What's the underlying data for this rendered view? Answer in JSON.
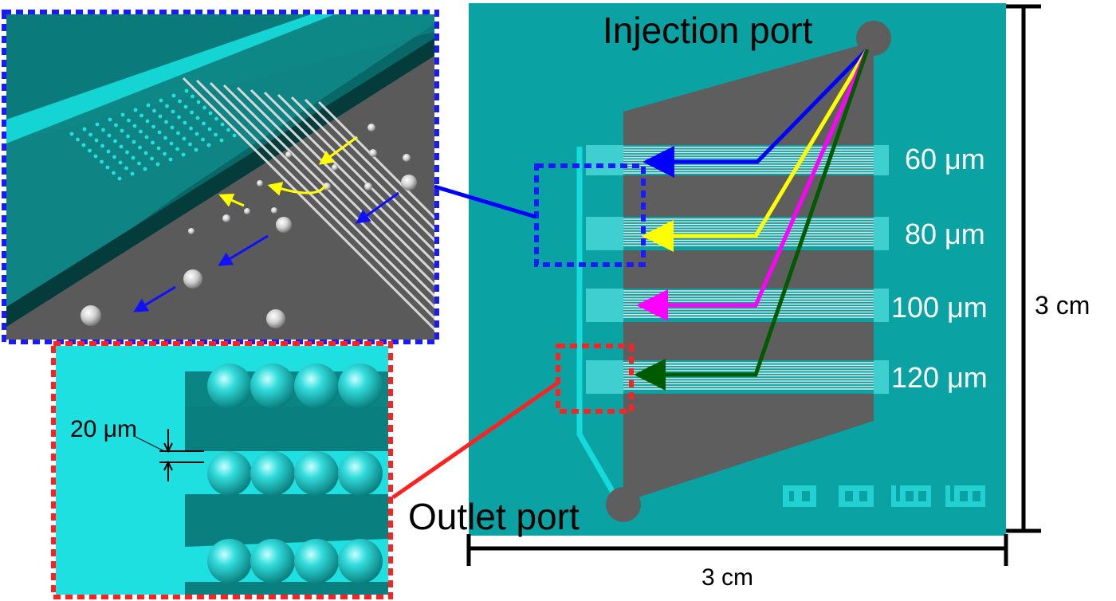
{
  "labels": {
    "injection_port": "Injection port",
    "outlet_port": "Outlet port",
    "width_60": "60 μm",
    "width_80": "80 μm",
    "width_100": "100 μm",
    "width_120": "120 μm",
    "gap_20": "20 μm",
    "scale_vertical": "3 cm",
    "scale_horizontal": "3 cm",
    "chip_code": "60 80 100 120"
  },
  "colors": {
    "chip_teal": "#0aa2a2",
    "chamber_gray": "#5e5e5e",
    "channel_cyan": "#14dcdc",
    "arrow_blue": "#0000ff",
    "arrow_yellow": "#ffff00",
    "arrow_magenta": "#ff00ff",
    "arrow_green": "#005a00",
    "inset_blue_border": "#1a1aff",
    "inset_red_border": "#ff2020"
  }
}
